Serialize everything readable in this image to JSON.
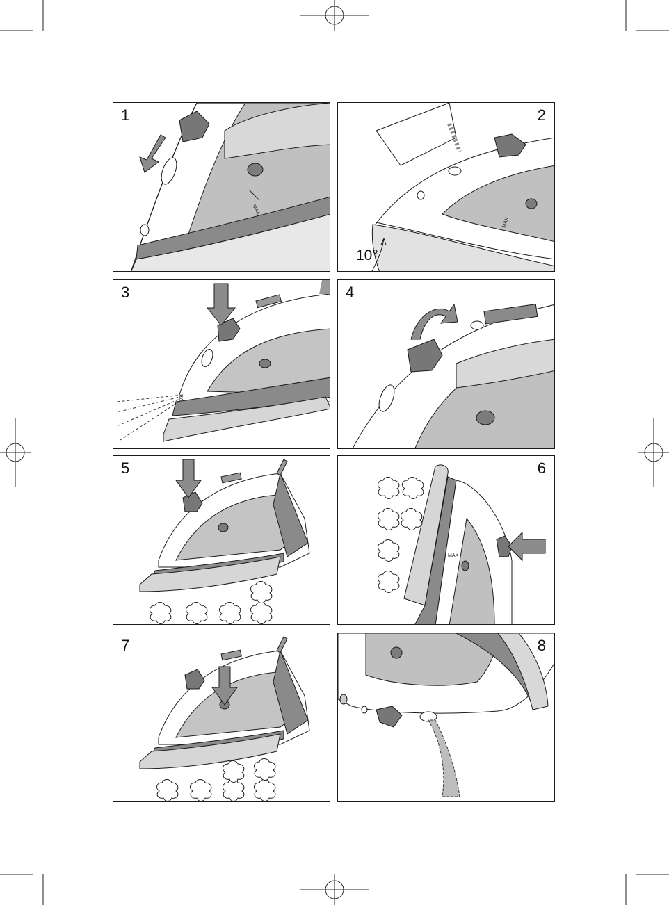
{
  "panels": [
    {
      "number": "1"
    },
    {
      "number": "2",
      "angle": "10°"
    },
    {
      "number": "3"
    },
    {
      "number": "4"
    },
    {
      "number": "5"
    },
    {
      "number": "6"
    },
    {
      "number": "7"
    },
    {
      "number": "8"
    }
  ],
  "labels": {
    "max": "MAX"
  },
  "colors": {
    "body": "#ffffff",
    "plate": "#c8c8c8",
    "tank": "#b8b8b8",
    "dark": "#8a8a8a",
    "arrow": "#8c8c8c",
    "outline": "#1a1a1a"
  }
}
